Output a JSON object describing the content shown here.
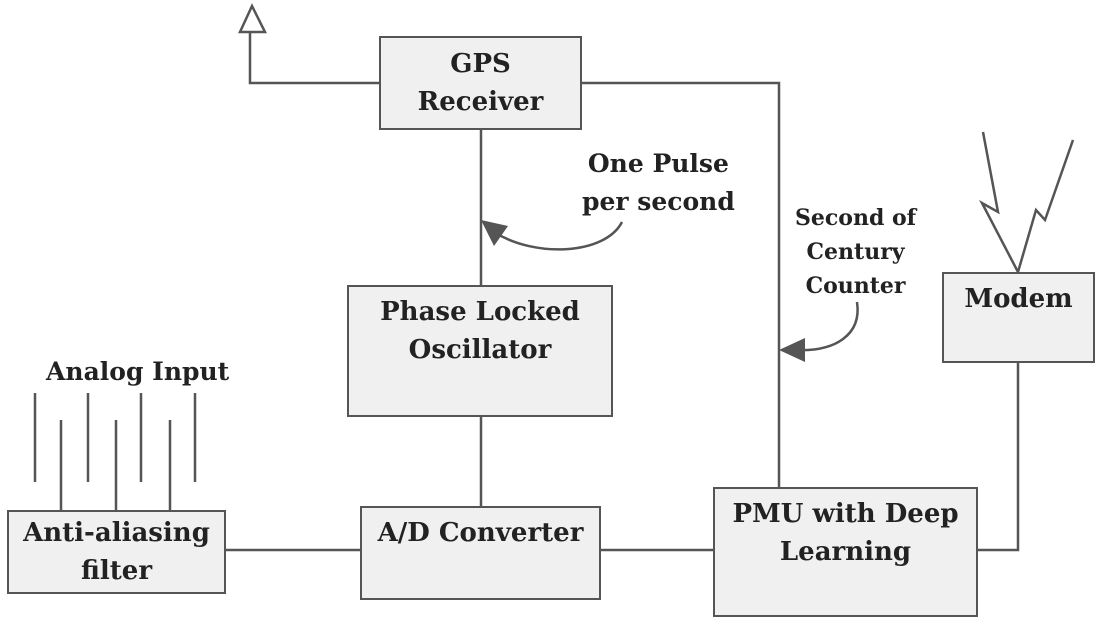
{
  "colors": {
    "line": "#555555",
    "box_fill": "#f0f0f0",
    "text": "#222222"
  },
  "blocks": {
    "gps": {
      "line1": "GPS",
      "line2": "Receiver"
    },
    "plo": {
      "line1": "Phase Locked",
      "line2": "Oscillator"
    },
    "adc": {
      "line1": "A/D Converter"
    },
    "aaf": {
      "line1": "Anti-aliasing",
      "line2": "filter"
    },
    "pmu": {
      "line1": "PMU with Deep",
      "line2": "Learning"
    },
    "modem": {
      "line1": "Modem"
    }
  },
  "labels": {
    "analog_input": "Analog Input",
    "pps": {
      "line1": "One Pulse",
      "line2": "per second"
    },
    "soc": {
      "line1": "Second of",
      "line2": "Century",
      "line3": "Counter"
    }
  },
  "icons": {
    "antenna": "antenna-icon",
    "wireless": "lightning-signal-icon"
  }
}
